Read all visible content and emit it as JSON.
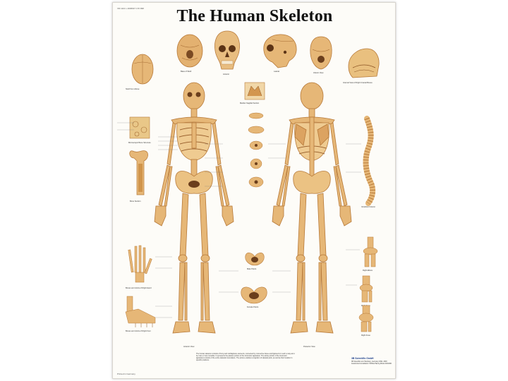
{
  "poster": {
    "title": "The Human Skeleton",
    "code": "VR 1113 L  4006647 170 998",
    "captions": {
      "skull_top": "Skull from Above",
      "skull_base": "Base of Skull",
      "skull_front": "Anterior",
      "skull_side": "Lateral",
      "skull_back": "Inferior View",
      "skull_sagittal": "Internal View of Right Cranial Bones",
      "spine_section": "Median Sagittal Section",
      "bone_section": "Microscopic Bone Structure",
      "femur_section": "Bone Section",
      "vertebra": "Vertebral Column",
      "anterior": "Anterior View",
      "posterior": "Posterior View",
      "pelvis_male": "Male Pelvis",
      "pelvis_female": "Female Pelvis",
      "hand": "Bones and Joints of Right Hand",
      "foot": "Bones and Joints of Right Foot",
      "elbow": "Right Elbow",
      "knee_front": "Right Knee",
      "knee_back": "Right Knee"
    },
    "description": "The human skeleton consists of bony and cartilaginous elements, connected by connective tissue and ligaments in such a way as to be more or less movable. It represents the passive portion of the locomotor apparatus. The active portion of the locomotor apparatus consists of the entire skeletal musculature. The picture enables recognition of skeletal parts, as well as their location in specific positions.",
    "logo": "3B Scientific GmbH",
    "publisher": "3B Scientific.com  Hamburg, Germany  1991, 2003  Anatomical consultation: Wilfried Bernig  Model 1001000",
    "made_in": "Printed in Germany"
  },
  "colors": {
    "bone": "#e6b777",
    "bone_dark": "#b77a3a",
    "bone_light": "#f4d7a6",
    "title": "#111111",
    "logo": "#1a3d8a"
  }
}
